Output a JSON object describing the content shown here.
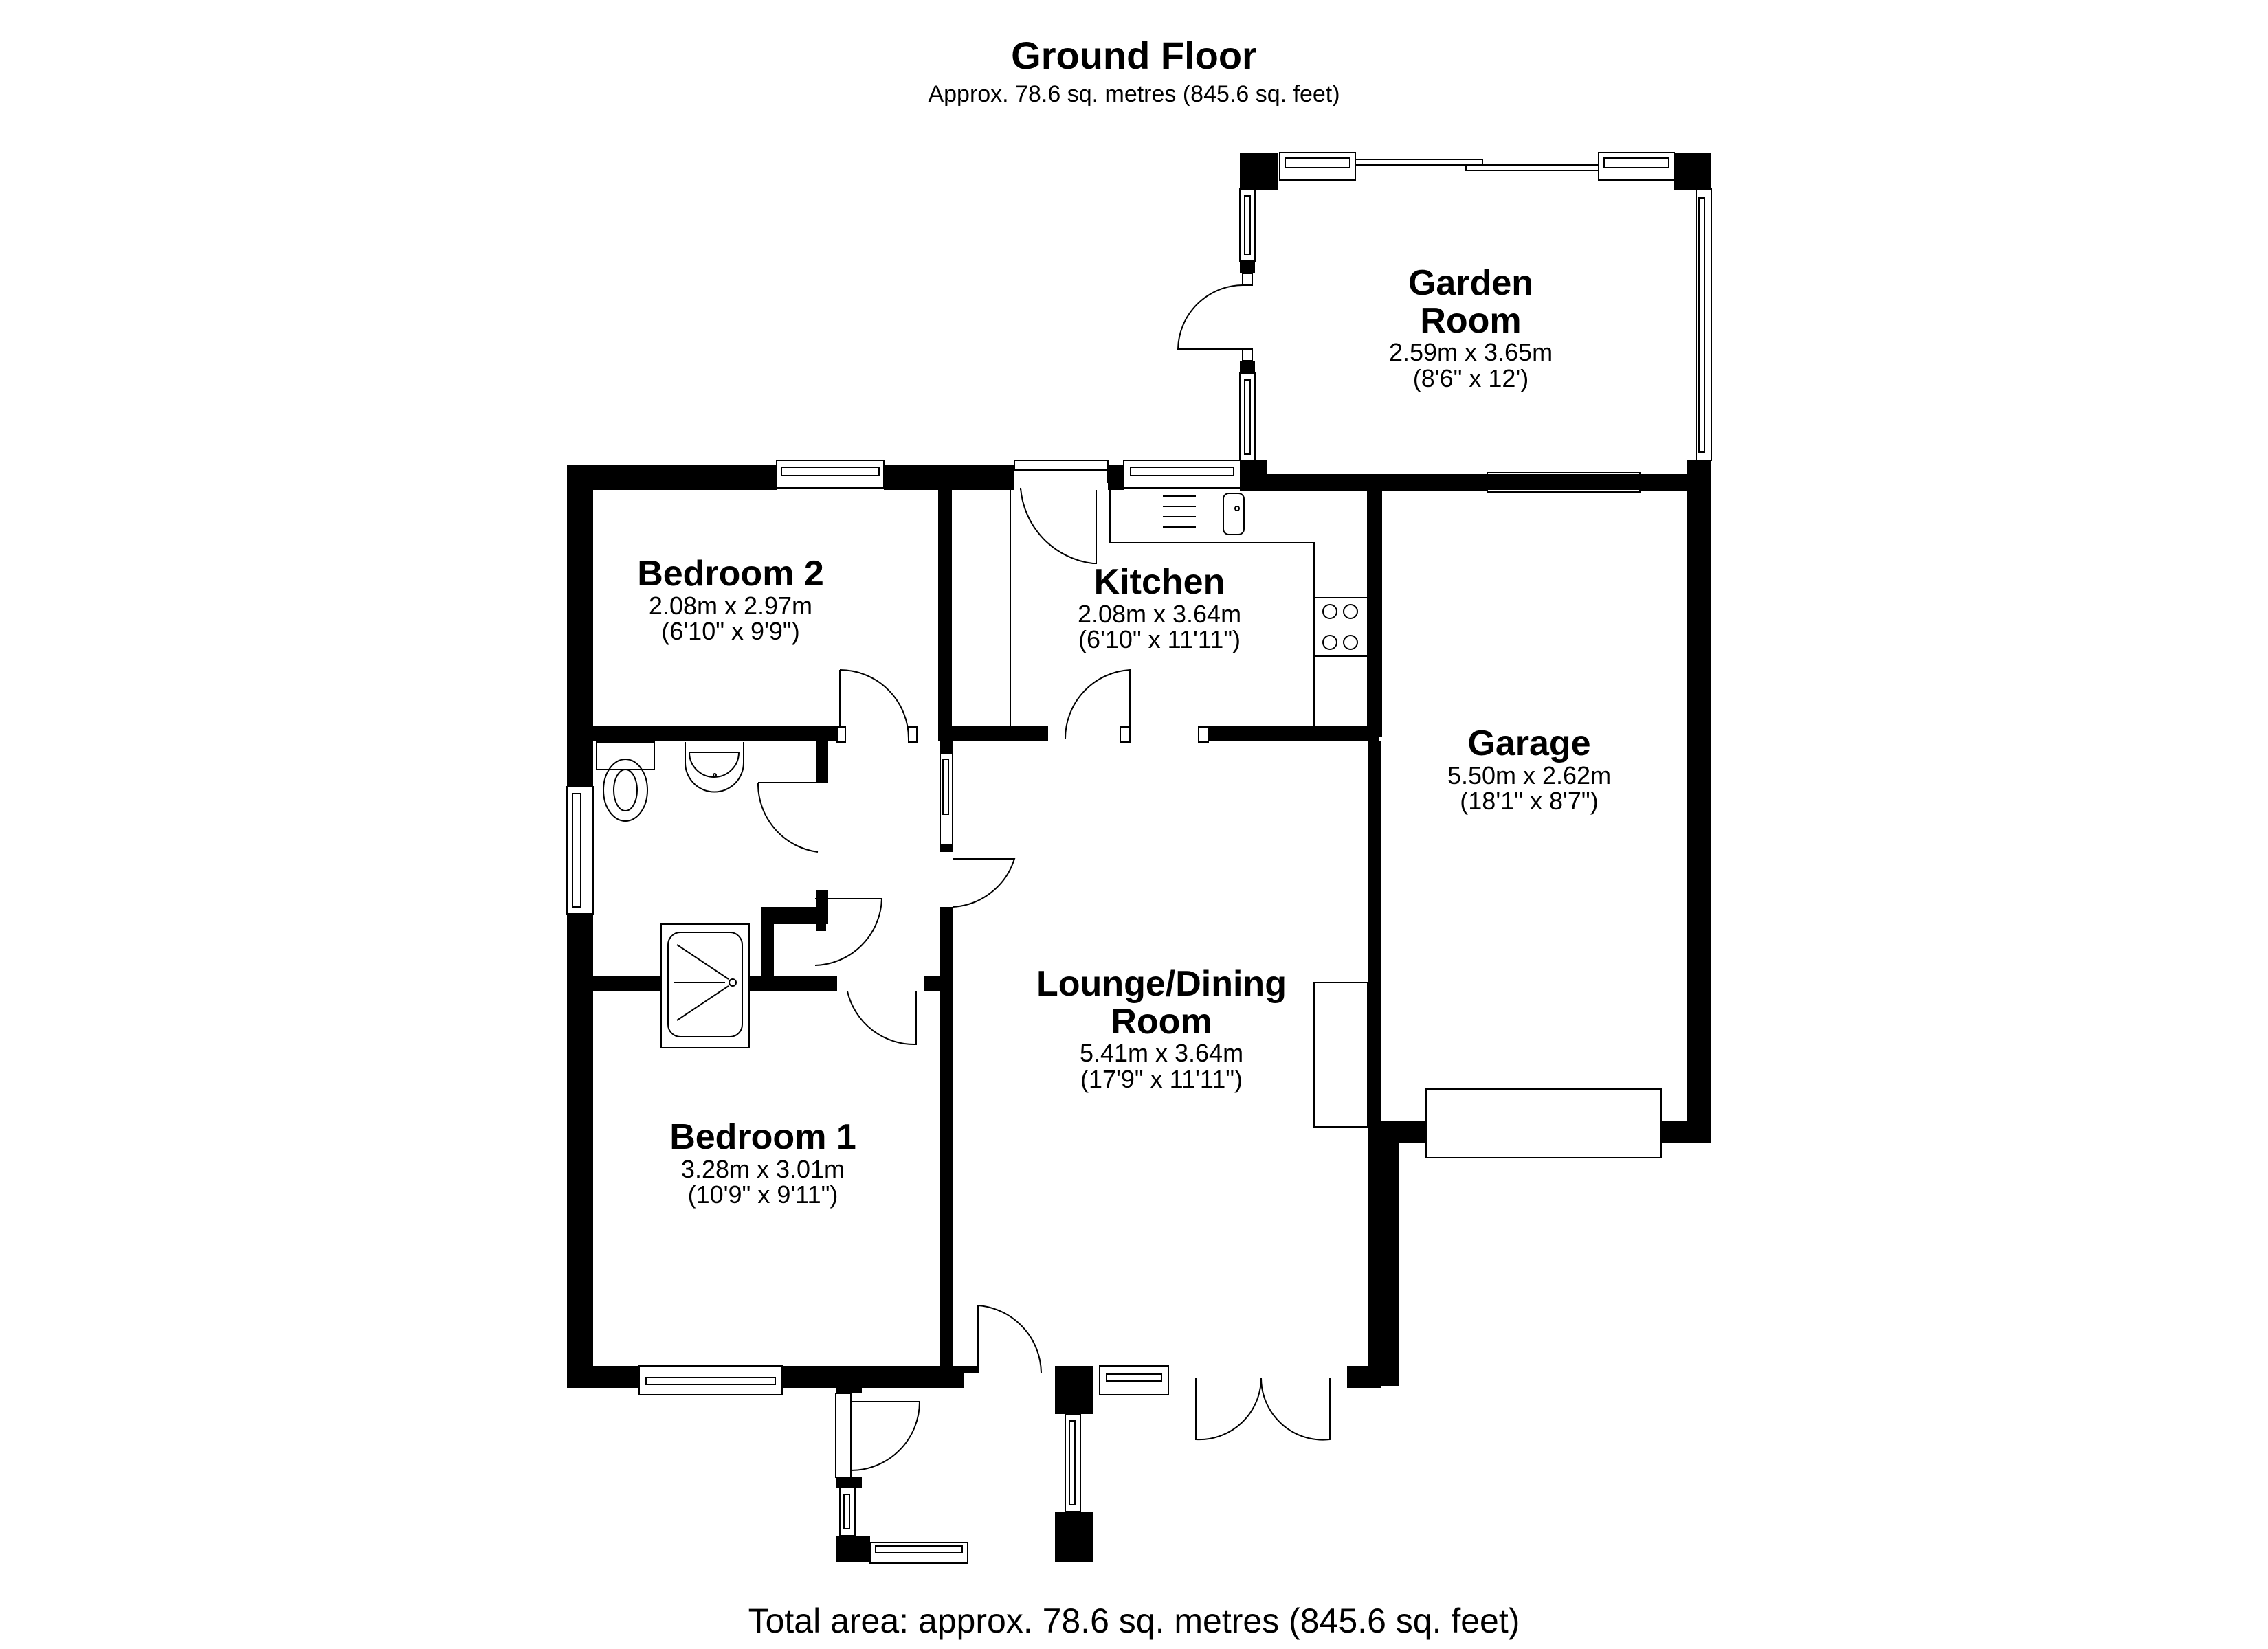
{
  "header": {
    "title": "Ground Floor",
    "subtitle": "Approx. 78.6 sq. metres (845.6 sq. feet)"
  },
  "rooms": [
    {
      "id": "garden-room",
      "name": "Garden Room",
      "name_line1": "Garden",
      "name_line2": "Room",
      "metric": "2.59m x 3.65m",
      "imperial": "(8'6\" x 12')"
    },
    {
      "id": "bedroom-2",
      "name": "Bedroom 2",
      "metric": "2.08m x 2.97m",
      "imperial": "(6'10\" x 9'9\")"
    },
    {
      "id": "kitchen",
      "name": "Kitchen",
      "metric": "2.08m x 3.64m",
      "imperial": "(6'10\" x 11'11\")"
    },
    {
      "id": "garage",
      "name": "Garage",
      "metric": "5.50m x 2.62m",
      "imperial": "(18'1\" x 8'7\")"
    },
    {
      "id": "lounge-dining",
      "name": "Lounge/Dining Room",
      "name_line1": "Lounge/Dining",
      "name_line2": "Room",
      "metric": "5.41m x 3.64m",
      "imperial": "(17'9\" x 11'11\")"
    },
    {
      "id": "bedroom-1",
      "name": "Bedroom 1",
      "metric": "3.28m x 3.01m",
      "imperial": "(10'9\" x 9'11\")"
    }
  ],
  "fixtures": [
    "toilet-icon",
    "basin-icon",
    "shower-tray-icon",
    "kitchen-sink-icon",
    "hob-icon",
    "garage-door-icon",
    "fireplace-icon"
  ],
  "footer": {
    "total_area": "Total area: approx. 78.6 sq. metres (845.6 sq. feet)"
  },
  "colors": {
    "wall": "#000000",
    "background": "#ffffff"
  }
}
